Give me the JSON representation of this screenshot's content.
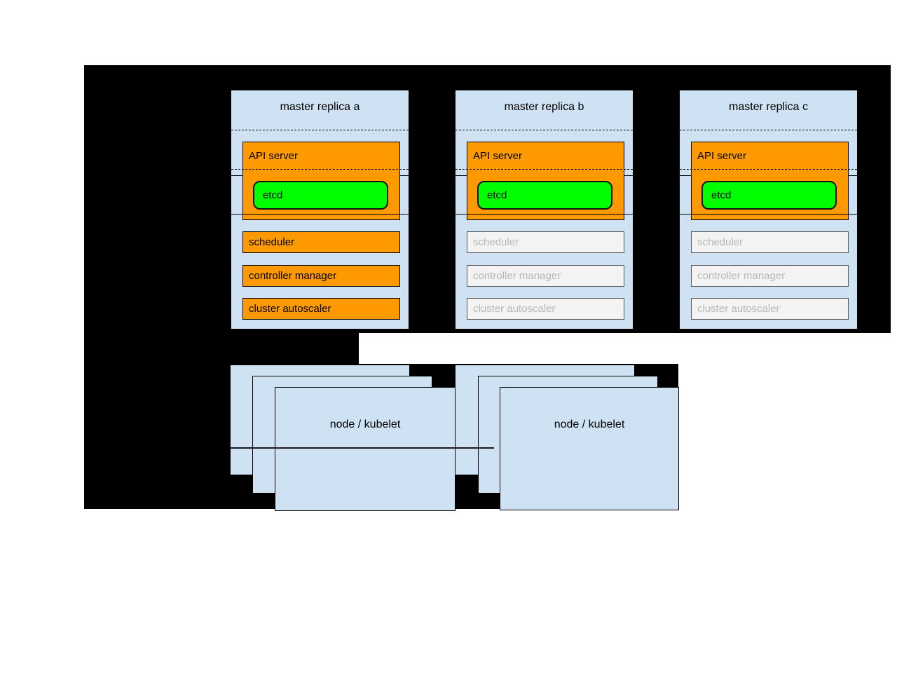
{
  "diagram": {
    "masters": [
      {
        "title": "master replica a",
        "state": "active",
        "api_server": "API server",
        "etcd": "etcd",
        "scheduler": "scheduler",
        "controller_manager": "controller manager",
        "cluster_autoscaler": "cluster autoscaler"
      },
      {
        "title": "master replica b",
        "state": "inactive",
        "api_server": "API server",
        "etcd": "etcd",
        "scheduler": "scheduler",
        "controller_manager": "controller manager",
        "cluster_autoscaler": "cluster autoscaler"
      },
      {
        "title": "master replica c",
        "state": "inactive",
        "api_server": "API server",
        "etcd": "etcd",
        "scheduler": "scheduler",
        "controller_manager": "controller manager",
        "cluster_autoscaler": "cluster autoscaler"
      }
    ],
    "nodes": [
      {
        "label": "node / kubelet"
      },
      {
        "label": "node / kubelet"
      }
    ],
    "colors": {
      "background": "#000000",
      "container_fill": "#cfe2f3",
      "active_fill": "#ff9900",
      "etcd_fill": "#00ff00",
      "inactive_fill": "#f3f3f3",
      "inactive_border": "#545454",
      "inactive_text": "#b7b7b7"
    }
  }
}
